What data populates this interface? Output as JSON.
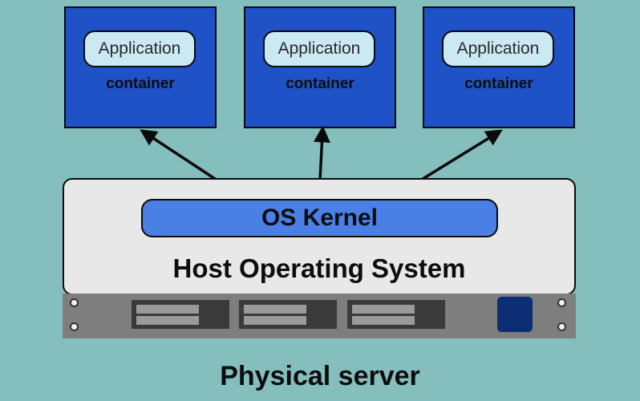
{
  "containers": [
    {
      "app_label": "Application",
      "container_label": "container"
    },
    {
      "app_label": "Application",
      "container_label": "container"
    },
    {
      "app_label": "Application",
      "container_label": "container"
    }
  ],
  "host": {
    "kernel_label": "OS Kernel",
    "os_label": "Host Operating System"
  },
  "server": {
    "label": "Physical server"
  },
  "colors": {
    "background": "#84bfbd",
    "container_fill": "#1f52c6",
    "app_pill_fill": "#cbe9f2",
    "host_fill": "#e8e8e8",
    "kernel_fill": "#4a7fe6",
    "rack_fill": "#7e7e7e",
    "power_button": "#0d2e75"
  }
}
